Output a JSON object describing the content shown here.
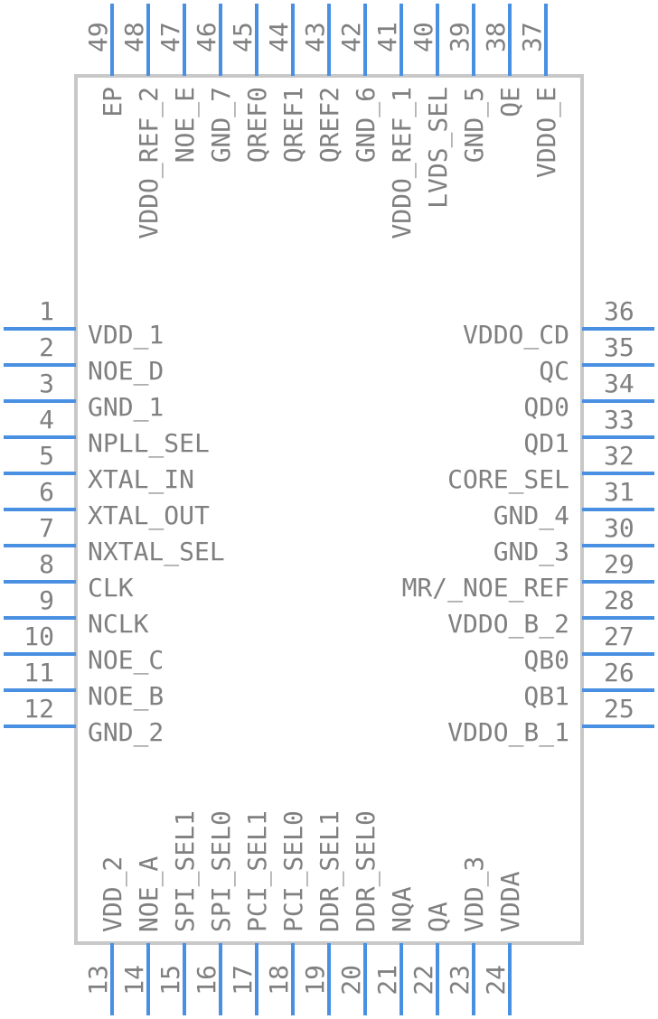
{
  "component": {
    "left_pins": [
      {
        "number": "1",
        "name": "VDD_1"
      },
      {
        "number": "2",
        "name": "NOE_D"
      },
      {
        "number": "3",
        "name": "GND_1"
      },
      {
        "number": "4",
        "name": "NPLL_SEL"
      },
      {
        "number": "5",
        "name": "XTAL_IN"
      },
      {
        "number": "6",
        "name": "XTAL_OUT"
      },
      {
        "number": "7",
        "name": "NXTAL_SEL"
      },
      {
        "number": "8",
        "name": "CLK"
      },
      {
        "number": "9",
        "name": "NCLK"
      },
      {
        "number": "10",
        "name": "NOE_C"
      },
      {
        "number": "11",
        "name": "NOE_B"
      },
      {
        "number": "12",
        "name": "GND_2"
      }
    ],
    "bottom_pins": [
      {
        "number": "13",
        "name": "VDD_2"
      },
      {
        "number": "14",
        "name": "NOE_A"
      },
      {
        "number": "15",
        "name": "SPI_SEL1"
      },
      {
        "number": "16",
        "name": "SPI_SEL0"
      },
      {
        "number": "17",
        "name": "PCI_SEL1"
      },
      {
        "number": "18",
        "name": "PCI_SEL0"
      },
      {
        "number": "19",
        "name": "DDR_SEL1"
      },
      {
        "number": "20",
        "name": "DDR_SEL0"
      },
      {
        "number": "21",
        "name": "NQA"
      },
      {
        "number": "22",
        "name": "QA"
      },
      {
        "number": "23",
        "name": "VDD_3"
      },
      {
        "number": "24",
        "name": "VDDA"
      }
    ],
    "right_pins": [
      {
        "number": "25",
        "name": "VDDO_B_1"
      },
      {
        "number": "26",
        "name": "QB1"
      },
      {
        "number": "27",
        "name": "QB0"
      },
      {
        "number": "28",
        "name": "VDDO_B_2"
      },
      {
        "number": "29",
        "name": "MR/_NOE_REF"
      },
      {
        "number": "30",
        "name": "GND_3"
      },
      {
        "number": "31",
        "name": "GND_4"
      },
      {
        "number": "32",
        "name": "CORE_SEL"
      },
      {
        "number": "33",
        "name": "QD1"
      },
      {
        "number": "34",
        "name": "QD0"
      },
      {
        "number": "35",
        "name": "QC"
      },
      {
        "number": "36",
        "name": "VDDO_CD"
      }
    ],
    "top_pins": [
      {
        "number": "37",
        "name": "VDDO_E"
      },
      {
        "number": "38",
        "name": "QE"
      },
      {
        "number": "39",
        "name": "GND_5"
      },
      {
        "number": "40",
        "name": "LVDS_SEL"
      },
      {
        "number": "41",
        "name": "VDDO_REF_1"
      },
      {
        "number": "42",
        "name": "GND_6"
      },
      {
        "number": "43",
        "name": "QREF2"
      },
      {
        "number": "44",
        "name": "QREF1"
      },
      {
        "number": "45",
        "name": "QREF0"
      },
      {
        "number": "46",
        "name": "GND_7"
      },
      {
        "number": "47",
        "name": "NOE_E"
      },
      {
        "number": "48",
        "name": "VDDO_REF_2"
      },
      {
        "number": "49",
        "name": "EP"
      }
    ],
    "colors": {
      "pin": "#4a90e2",
      "body_outline": "#c8c8c8",
      "text": "#808080"
    }
  }
}
